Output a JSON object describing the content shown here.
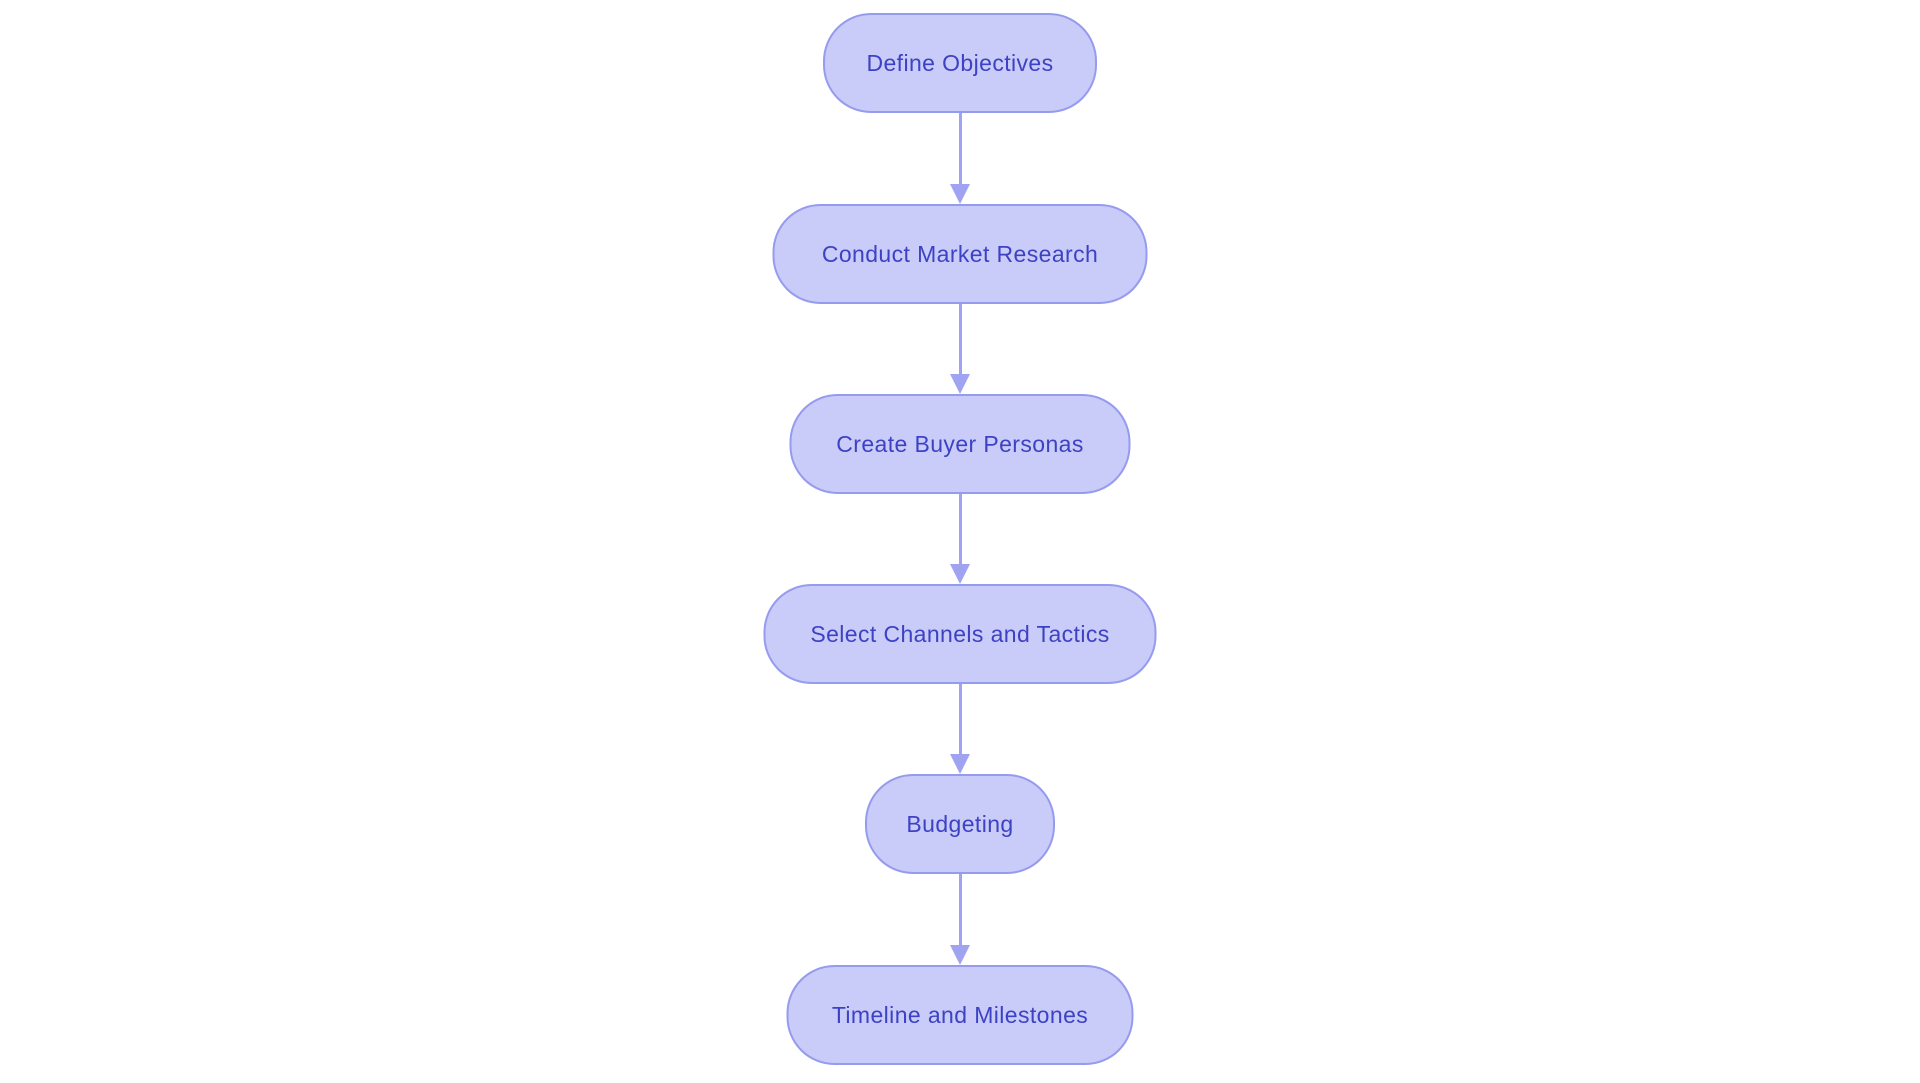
{
  "flowchart": {
    "type": "flowchart",
    "direction": "top-down",
    "nodes": [
      {
        "id": "define-objectives",
        "label": "Define Objectives"
      },
      {
        "id": "conduct-market-research",
        "label": "Conduct Market Research"
      },
      {
        "id": "create-buyer-personas",
        "label": "Create Buyer Personas"
      },
      {
        "id": "select-channels-and-tactics",
        "label": "Select Channels and Tactics"
      },
      {
        "id": "budgeting",
        "label": "Budgeting"
      },
      {
        "id": "timeline-and-milestones",
        "label": "Timeline and Milestones"
      }
    ],
    "edges": [
      {
        "from": "Define Objectives",
        "to": "Conduct Market Research"
      },
      {
        "from": "Conduct Market Research",
        "to": "Create Buyer Personas"
      },
      {
        "from": "Create Buyer Personas",
        "to": "Select Channels and Tactics"
      },
      {
        "from": "Select Channels and Tactics",
        "to": "Budgeting"
      },
      {
        "from": "Budgeting",
        "to": "Timeline and Milestones"
      }
    ],
    "colors": {
      "background": "#ffffff",
      "node_fill": "#c9cbf8",
      "node_border": "#959bee",
      "node_text": "#3d42c4",
      "arrow": "#9fa3f1"
    }
  }
}
